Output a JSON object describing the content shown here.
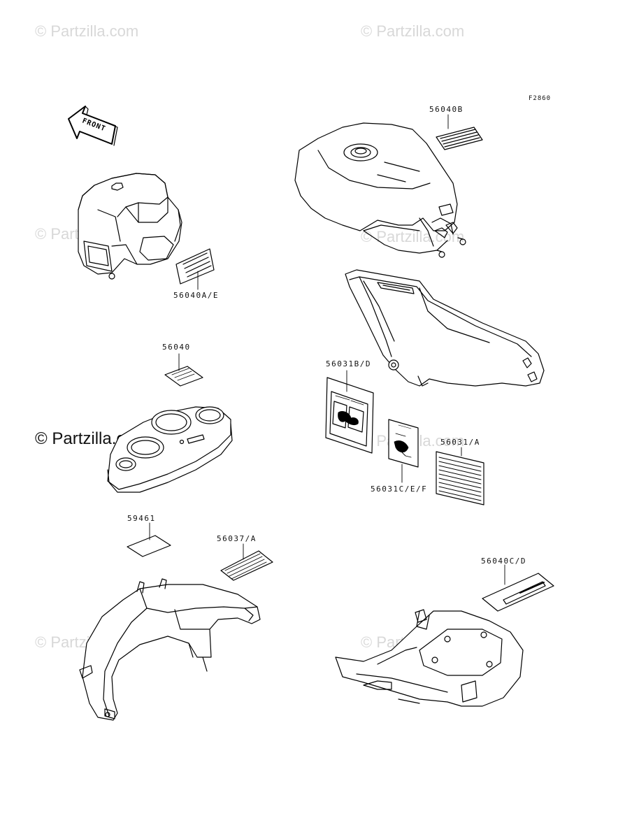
{
  "watermarks": {
    "top_left": "© Partzilla.com",
    "top_right": "© Partzilla.com",
    "mid_left": "© Partzilla.com",
    "mid_right": "© Partzilla.com",
    "center_left": "© Partzilla.com",
    "center_right": "© Partzilla.com",
    "bottom_left": "© Partzilla.com",
    "bottom_right": "© Partzilla.com"
  },
  "diagram_code": "F2860",
  "front_arrow_text": "FRONT",
  "labels": {
    "p56040B": "56040B",
    "p56040AE": "56040A/E",
    "p56040": "56040",
    "p56031BD": "56031B/D",
    "p56031A": "56031/A",
    "p56031CEF": "56031C/E/F",
    "p59461": "59461",
    "p56037A": "56037/A",
    "p56040CD": "56040C/D"
  }
}
